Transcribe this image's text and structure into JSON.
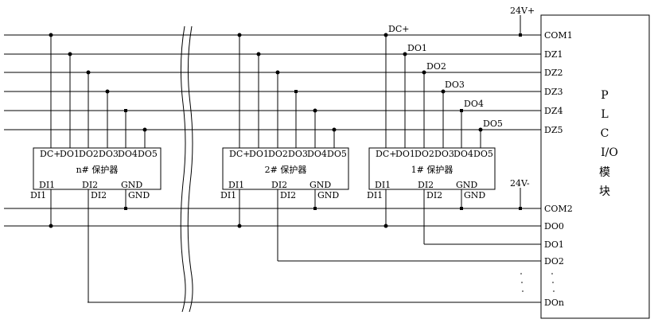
{
  "supply": {
    "positive": "24V+",
    "negative": "24V-"
  },
  "plc_module": {
    "title_chars": [
      "P",
      "L",
      "C",
      "I/O",
      "模",
      "块"
    ],
    "terminals_top": [
      "COM1",
      "DZ1",
      "DZ2",
      "DZ3",
      "DZ4",
      "DZ5"
    ],
    "terminals_bottom": [
      "COM2",
      "DO0",
      "DO1",
      "DO2",
      "DOn"
    ]
  },
  "protectors": [
    {
      "title": "n# 保护器",
      "pins": [
        "DC+",
        "DO1",
        "DO2",
        "DO3",
        "DO4",
        "DO5"
      ],
      "bottom_pins": [
        "DI1",
        "DI2",
        "GND"
      ],
      "below_labels": [
        "DI1",
        "DI2",
        "GND"
      ]
    },
    {
      "title": "2# 保护器",
      "pins": [
        "DC+",
        "DO1",
        "DO2",
        "DO3",
        "DO4",
        "DO5"
      ],
      "bottom_pins": [
        "DI1",
        "DI2",
        "GND"
      ],
      "below_labels": [
        "DI1",
        "DI2",
        "GND"
      ]
    },
    {
      "title": "1# 保护器",
      "pins": [
        "DC+",
        "DO1",
        "DO2",
        "DO3",
        "DO4",
        "DO5"
      ],
      "bottom_pins": [
        "DI1",
        "DI2",
        "GND"
      ],
      "below_labels": [
        "DI1",
        "DI2",
        "GND"
      ]
    }
  ],
  "wire_tags": [
    "DC+",
    "DO1",
    "DO2",
    "DO3",
    "DO4",
    "DO5"
  ],
  "ellipsis": "..."
}
